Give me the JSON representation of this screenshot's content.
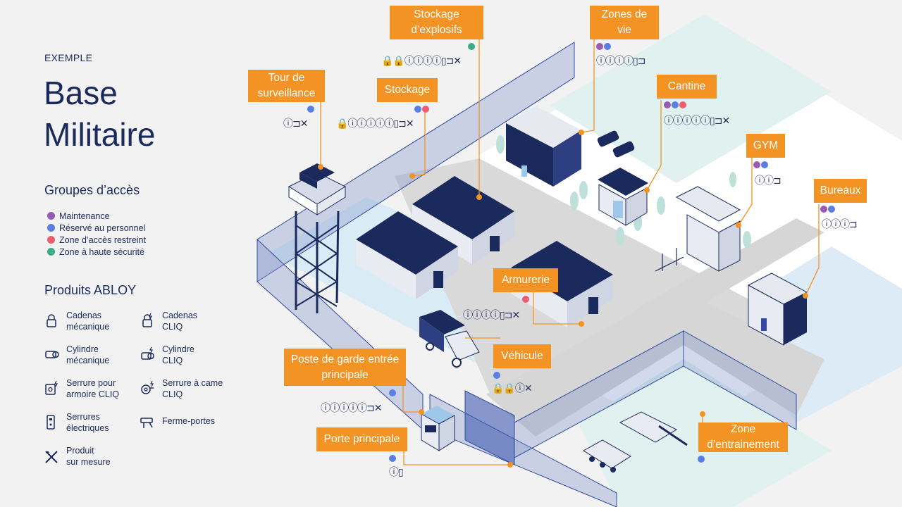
{
  "header": {
    "kicker": "EXEMPLE",
    "title_line1": "Base",
    "title_line2": "Militaire"
  },
  "colors": {
    "maintenance": "#9b59b6",
    "personnel": "#5b7ee5",
    "restreint": "#ec5e6f",
    "securite": "#3daa8a",
    "label_bg": "#f39324",
    "navy": "#1b2a5c"
  },
  "groups": {
    "title": "Groupes d’accès",
    "items": [
      {
        "label": "Maintenance",
        "color": "#9b59b6"
      },
      {
        "label": "Réservé au personnel",
        "color": "#5b7ee5"
      },
      {
        "label": "Zone d’accès restreint",
        "color": "#ec5e6f"
      },
      {
        "label": "Zone à haute sécurité",
        "color": "#3daa8a"
      }
    ]
  },
  "products": {
    "title": "Produits ABLOY",
    "items": [
      {
        "line1": "Cadenas",
        "line2": "mécanique",
        "icon": "padlock-icon"
      },
      {
        "line1": "Cadenas",
        "line2": "CLIQ",
        "icon": "padlock-cliq-icon"
      },
      {
        "line1": "Cylindre",
        "line2": "mécanique",
        "icon": "cylinder-icon"
      },
      {
        "line1": "Cylindre",
        "line2": "CLIQ",
        "icon": "cylinder-cliq-icon"
      },
      {
        "line1": "Serrure pour",
        "line2": "armoire CLIQ",
        "icon": "cabinet-lock-icon"
      },
      {
        "line1": "Serrure à came",
        "line2": "CLIQ",
        "icon": "cam-lock-icon"
      },
      {
        "line1": "Serrures",
        "line2": "électriques",
        "icon": "electric-lock-icon"
      },
      {
        "line1": "Ferme-portes",
        "line2": "",
        "icon": "door-closer-icon"
      },
      {
        "line1": "Produit",
        "line2": "sur mesure",
        "icon": "custom-product-icon"
      }
    ]
  },
  "locations": {
    "stockage_explosifs": {
      "line1": "Stockage",
      "line2": "d’explosifs",
      "dots": [
        "#3daa8a"
      ],
      "glyphs": "🔒🔒ⓘⓘⓘⓘ▯⊐✕"
    },
    "zones_vie": {
      "line1": "Zones de",
      "line2": "vie",
      "dots": [
        "#9b59b6",
        "#5b7ee5"
      ],
      "glyphs": "ⓘⓘⓘⓘ▯⊐"
    },
    "tour": {
      "line1": "Tour de",
      "line2": "surveillance",
      "dots": [
        "#5b7ee5"
      ],
      "glyphs": "ⓘ⊐✕"
    },
    "stockage": {
      "line1": "Stockage",
      "line2": "",
      "dots": [
        "#5b7ee5",
        "#ec5e6f"
      ],
      "glyphs": "🔒ⓘⓘⓘⓘⓘ▯⊐✕"
    },
    "cantine": {
      "line1": "Cantine",
      "line2": "",
      "dots": [
        "#9b59b6",
        "#5b7ee5",
        "#ec5e6f"
      ],
      "glyphs": "ⓘⓘⓘⓘⓘ▯⊐✕"
    },
    "gym": {
      "line1": "GYM",
      "line2": "",
      "dots": [
        "#9b59b6",
        "#5b7ee5"
      ],
      "glyphs": "ⓘⓘ⊐"
    },
    "bureaux": {
      "line1": "Bureaux",
      "line2": "",
      "dots": [
        "#9b59b6",
        "#5b7ee5"
      ],
      "glyphs": "ⓘⓘⓘ⊐"
    },
    "armurerie": {
      "line1": "Armurerie",
      "line2": "",
      "dots": [
        "#ec5e6f"
      ],
      "glyphs": "ⓘⓘⓘⓘ▯⊐✕"
    },
    "vehicule": {
      "line1": "Véhicule",
      "line2": "",
      "dots": [
        "#5b7ee5"
      ],
      "glyphs": "🔒🔒ⓘ✕"
    },
    "poste_garde": {
      "line1": "Poste de garde entrée",
      "line2": "principale",
      "dots": [
        "#5b7ee5"
      ],
      "glyphs": "ⓘⓘⓘⓘⓘ⊐✕"
    },
    "porte": {
      "line1": "Porte principale",
      "line2": "",
      "dots": [
        "#5b7ee5"
      ],
      "glyphs": "ⓘ▯"
    },
    "entrainement": {
      "line1": "Zone",
      "line2": "d’entrainement",
      "dots": [
        "#5b7ee5"
      ],
      "glyphs": ""
    }
  }
}
